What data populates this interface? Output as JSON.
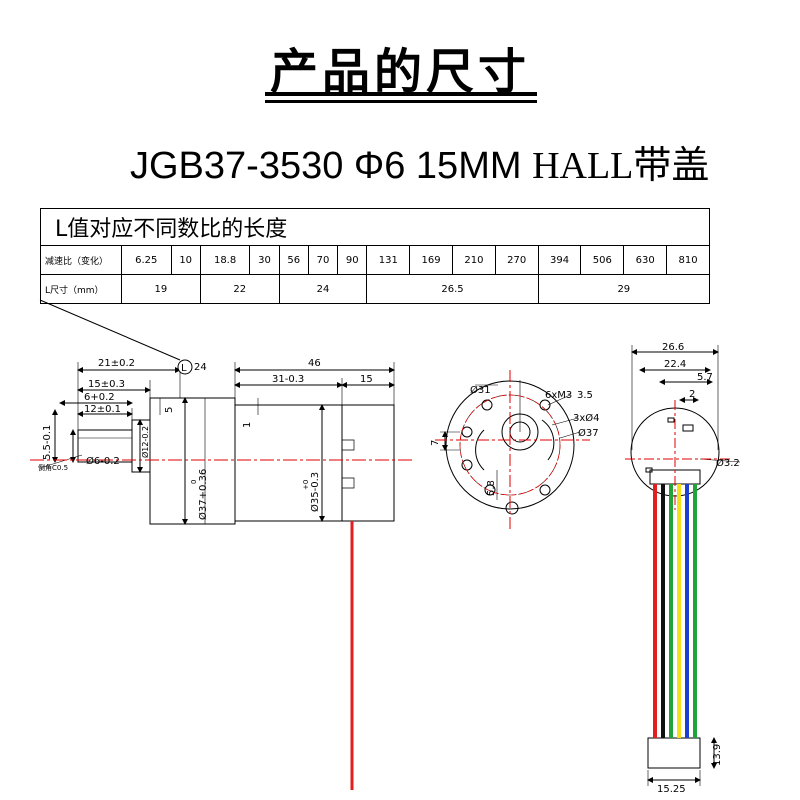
{
  "title": "产品的尺寸",
  "subtitle": {
    "model": "JGB37-3530 Φ6 15MM ",
    "hall": "HALL",
    "suffix": "带盖"
  },
  "table": {
    "heading": "L值对应不同数比的长度",
    "ratio_label": "减速比（变化）",
    "length_label": "L尺寸（mm）",
    "ratios": [
      "6.25",
      "10",
      "18.8",
      "30",
      "56",
      "70",
      "90",
      "131",
      "169",
      "210",
      "270",
      "394",
      "506",
      "630",
      "810"
    ],
    "lengths": [
      {
        "value": "19",
        "span": 2
      },
      {
        "value": "22",
        "span": 2
      },
      {
        "value": "24",
        "span": 3
      },
      {
        "value": "26.5",
        "span": 4
      },
      {
        "value": "29",
        "span": 4
      }
    ]
  },
  "side_view": {
    "dim_shaft_total": "21±0.2",
    "dim_L": "L",
    "dim_L_value": "24",
    "dim_boss": "15±0.3",
    "dim_d_flat": "6+0.2",
    "dim_shaft_len": "12±0.1",
    "dim_5": "5",
    "dim_1": "1",
    "dim_motor_total": "46",
    "dim_motor": "31-0.3",
    "dim_cap": "15",
    "dim_flat": "5.5-0.1",
    "dim_shaft_dia": "Ø6-0.2",
    "dim_chamfer": "倒角C0.5",
    "dim_boss_dia": "Ø12-0.2",
    "dim_gear_dia": "Ø37+0.36",
    "dim_gear_dia_tol": "0",
    "dim_motor_dia": "Ø35-0.3",
    "dim_motor_dia_tol": "+0"
  },
  "front_view": {
    "dim_pcd": "Ø31",
    "dim_screws": "6xM3",
    "dim_depth": "3.5",
    "dim_holes": "3xØ4",
    "dim_outer": "Ø37",
    "dim_offset": "7",
    "dim_58": "5.8"
  },
  "hall_view": {
    "dim_width": "26.6",
    "dim_22": "22.4",
    "dim_57": "5.7",
    "dim_2": "2",
    "dim_hole": "Ø3.2",
    "dim_conn_h": "13.9",
    "dim_conn_w": "15.25"
  },
  "wire_colors": {
    "red": "#e41e1e",
    "black": "#111111",
    "green": "#1fa33a",
    "yellow": "#f2e01b",
    "blue": "#1a3fd1",
    "centerline": "#e00000"
  }
}
